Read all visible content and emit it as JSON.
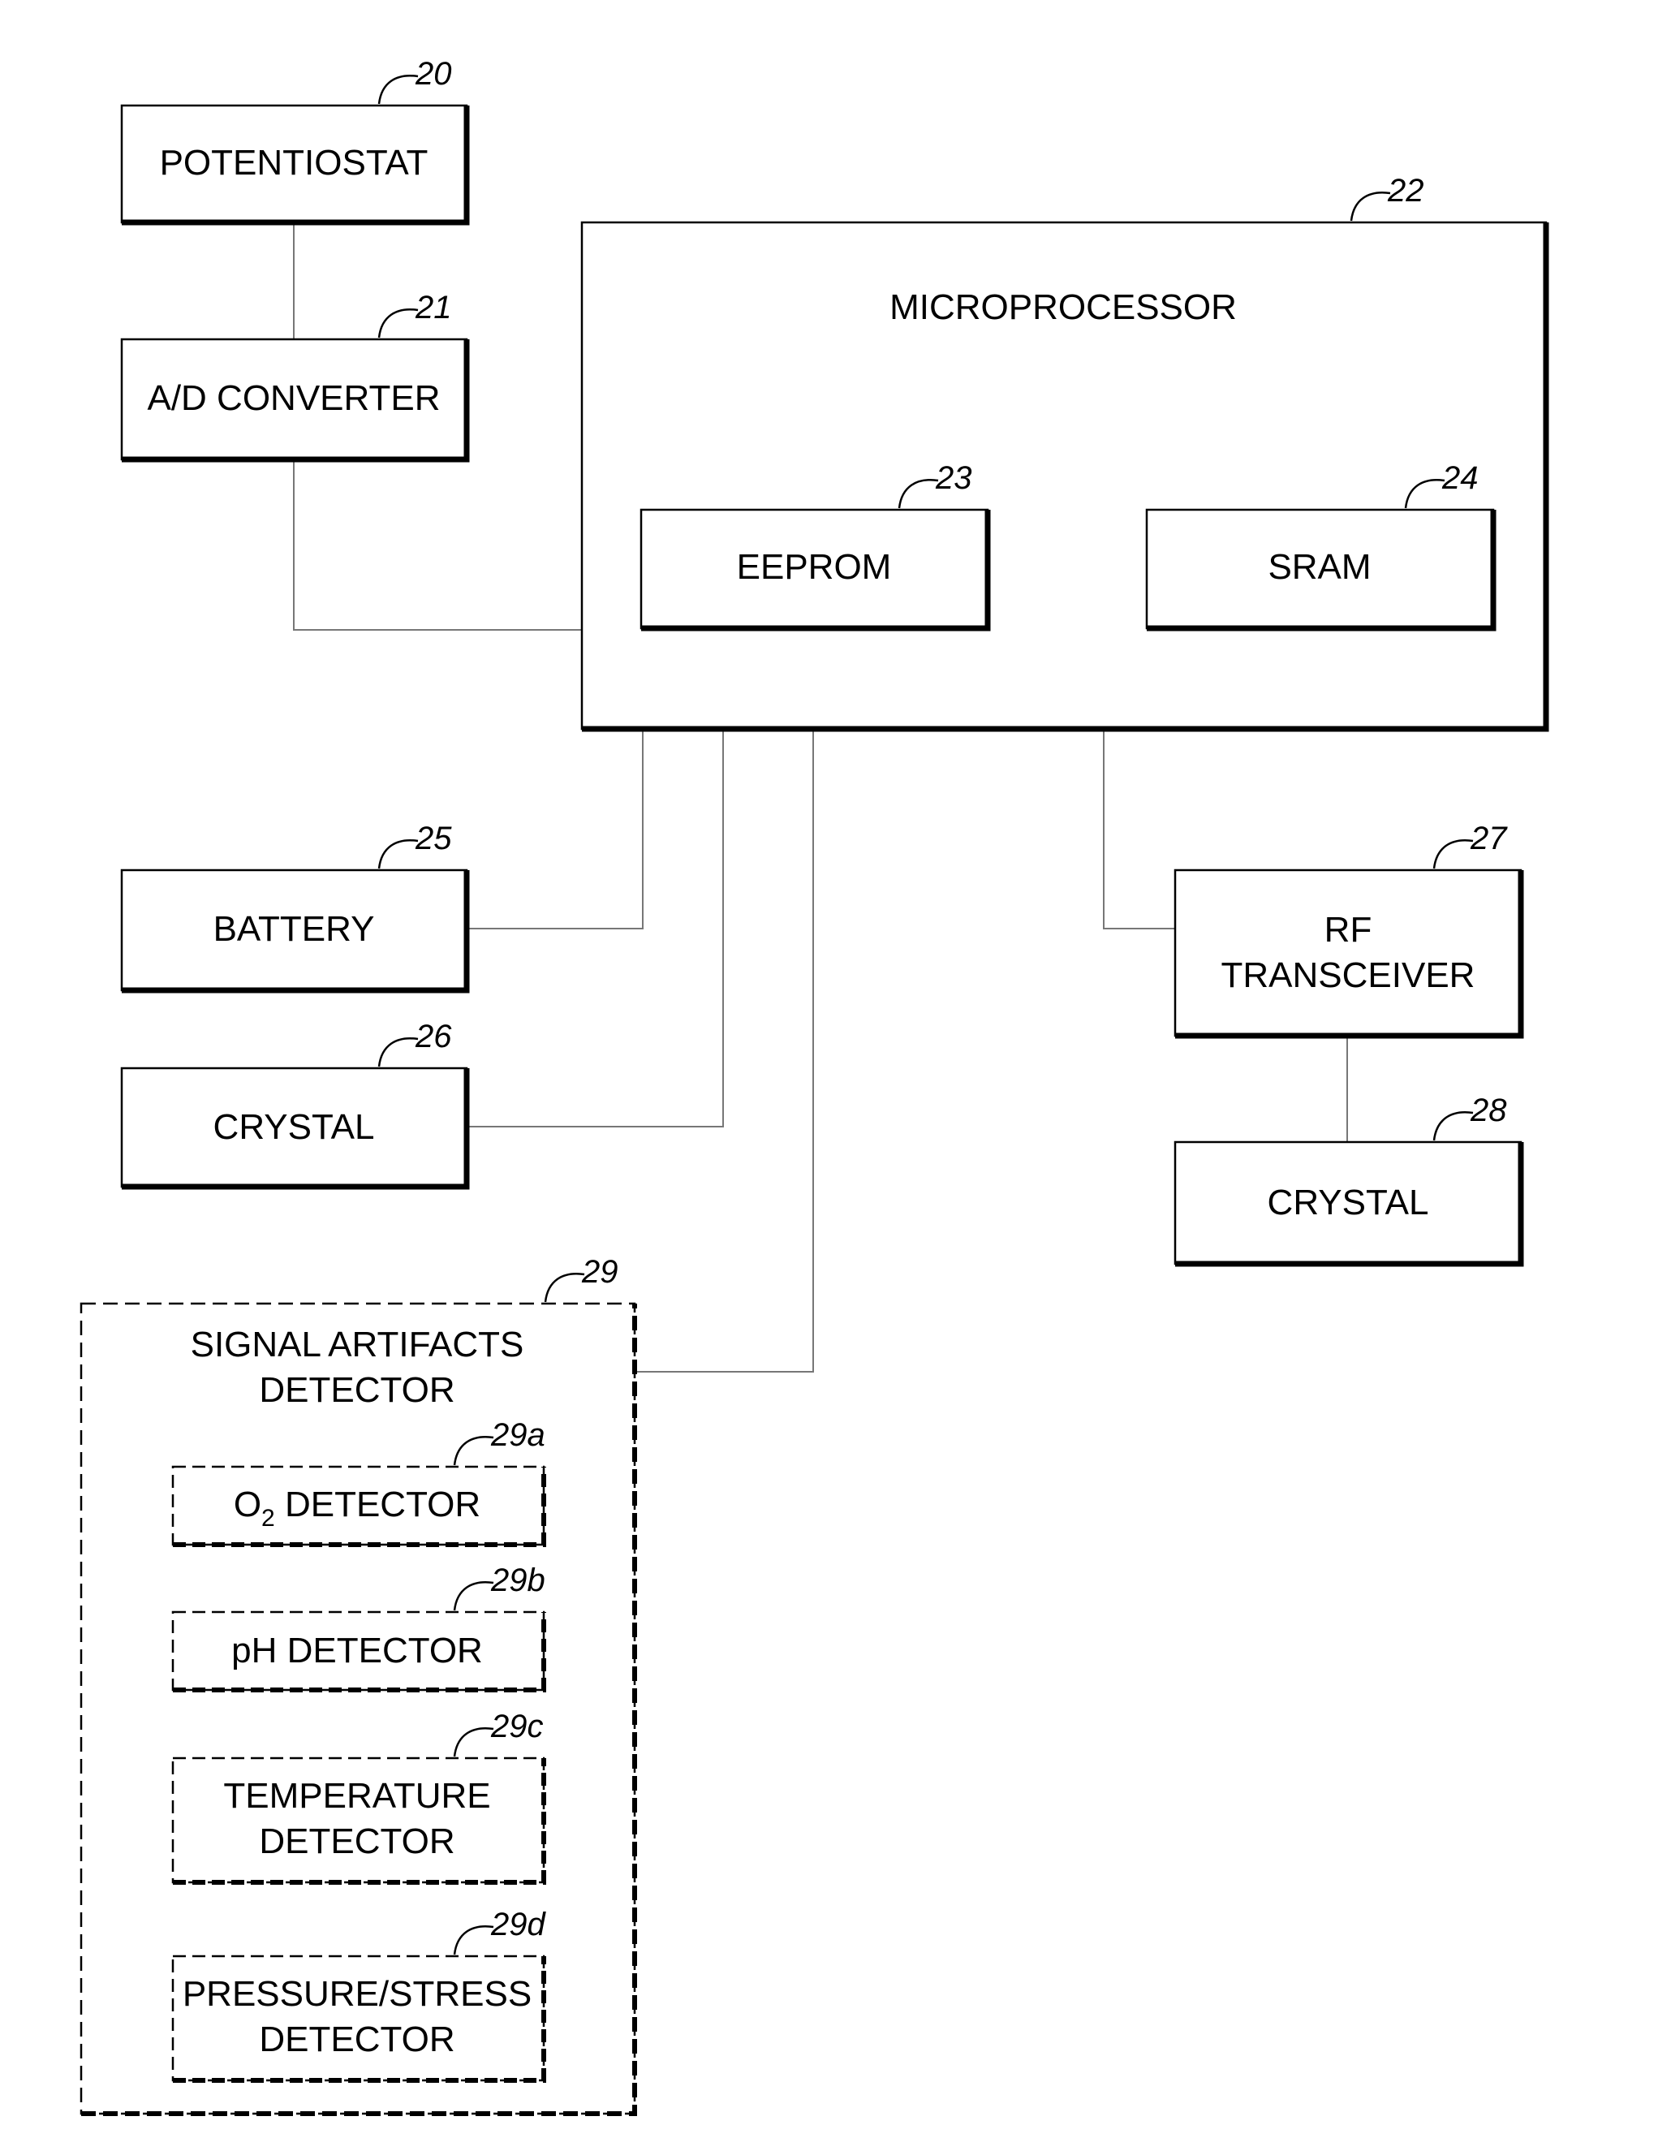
{
  "blocks": {
    "potentiostat": {
      "label": "POTENTIOSTAT",
      "ref": "20"
    },
    "ad_converter": {
      "label": "A/D CONVERTER",
      "ref": "21"
    },
    "microprocessor": {
      "label": "MICROPROCESSOR",
      "ref": "22"
    },
    "eeprom": {
      "label": "EEPROM",
      "ref": "23"
    },
    "sram": {
      "label": "SRAM",
      "ref": "24"
    },
    "battery": {
      "label": "BATTERY",
      "ref": "25"
    },
    "crystal_26": {
      "label": "CRYSTAL",
      "ref": "26"
    },
    "rf_transceiver": {
      "label_line1": "RF",
      "label_line2": "TRANSCEIVER",
      "ref": "27"
    },
    "crystal_28": {
      "label": "CRYSTAL",
      "ref": "28"
    },
    "signal_artifacts": {
      "label_line1": "SIGNAL ARTIFACTS",
      "label_line2": "DETECTOR",
      "ref": "29"
    },
    "o2_detector": {
      "label_main": "O",
      "label_sub": "2",
      "label_rest": " DETECTOR",
      "ref": "29a"
    },
    "ph_detector": {
      "label": "pH DETECTOR",
      "ref": "29b"
    },
    "temperature_detector": {
      "label_line1": "TEMPERATURE",
      "label_line2": "DETECTOR",
      "ref": "29c"
    },
    "pressure_detector": {
      "label_line1": "PRESSURE/STRESS",
      "label_line2": "DETECTOR",
      "ref": "29d"
    }
  }
}
